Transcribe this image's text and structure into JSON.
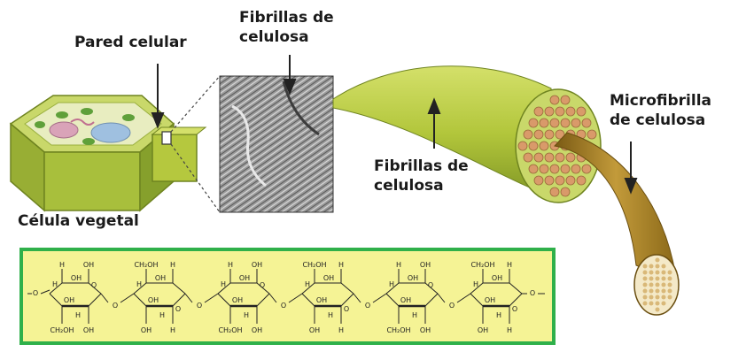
{
  "labels": {
    "pared_celular": "Pared celular",
    "fibrillas_top_line1": "Fibrillas de",
    "fibrillas_top_line2": "celulosa",
    "fibrillas_mid_line1": "Fibrillas de",
    "fibrillas_mid_line2": "celulosa",
    "microfibrilla_line1": "Microfibrilla",
    "microfibrilla_line2": "de celulosa",
    "celula_vegetal": "Célula vegetal"
  },
  "formula": {
    "oh": "OH",
    "h": "H",
    "ch2oh": "CH₂OH",
    "o": "O"
  },
  "colors": {
    "cell_wall": "#a8bf3c",
    "cell_wall_dark": "#7f9628",
    "fibril_green": "#b5c83e",
    "microfibril_brown": "#a07a26",
    "box_border": "#2fb04a",
    "box_fill": "#f5f395"
  }
}
